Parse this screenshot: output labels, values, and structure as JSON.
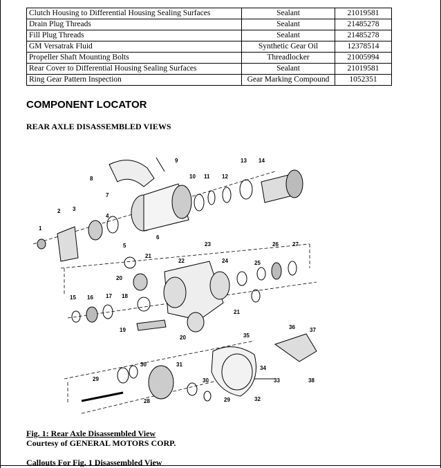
{
  "table": {
    "rows": [
      [
        "Clutch Housing to Differential Housing Sealing Surfaces",
        "Sealant",
        "21019581"
      ],
      [
        "Drain Plug Threads",
        "Sealant",
        "21485278"
      ],
      [
        "Fill Plug Threads",
        "Sealant",
        "21485278"
      ],
      [
        "GM Versatrak Fluid",
        "Synthetic Gear Oil",
        "12378514"
      ],
      [
        "Propeller Shaft Mounting Bolts",
        "Threadlocker",
        "21005994"
      ],
      [
        "Rear Cover to Differential Housing Sealing Surfaces",
        "Sealant",
        "21019581"
      ],
      [
        "Ring Gear Pattern Inspection",
        "Gear Marking Compound",
        "1052351"
      ]
    ]
  },
  "section_title": "COMPONENT LOCATOR",
  "subsection_title": "REAR AXLE DISASSEMBLED VIEWS",
  "figure": {
    "callouts": [
      "1",
      "2",
      "3",
      "4",
      "5",
      "6",
      "7",
      "8",
      "9",
      "10",
      "11",
      "12",
      "13",
      "14",
      "15",
      "16",
      "17",
      "18",
      "19",
      "20",
      "20",
      "21",
      "21",
      "22",
      "23",
      "24",
      "25",
      "26",
      "27",
      "28",
      "29",
      "29",
      "30",
      "30",
      "31",
      "32",
      "33",
      "34",
      "35",
      "36",
      "37",
      "38"
    ]
  },
  "caption": {
    "fig_label": "Fig. 1: Rear Axle Disassembled View",
    "courtesy": "Courtesy of GENERAL MOTORS CORP.",
    "callouts_heading": "Callouts For Fig. 1 Disassembled View"
  }
}
